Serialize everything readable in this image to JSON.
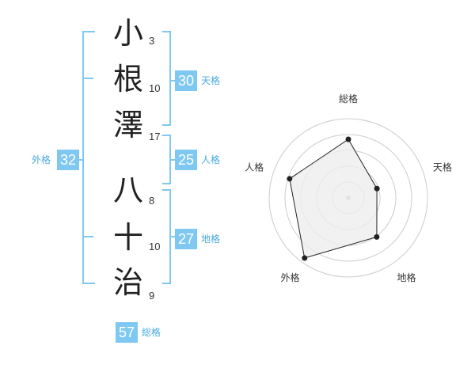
{
  "name": {
    "chars": [
      {
        "char": "小",
        "strokes": "3"
      },
      {
        "char": "根",
        "strokes": "10"
      },
      {
        "char": "澤",
        "strokes": "17"
      },
      {
        "char": "八",
        "strokes": "8"
      },
      {
        "char": "十",
        "strokes": "10"
      },
      {
        "char": "治",
        "strokes": "9"
      }
    ]
  },
  "scores": {
    "tenkaku": {
      "value": "30",
      "label": "天格"
    },
    "jinkaku": {
      "value": "25",
      "label": "人格"
    },
    "chikaku": {
      "value": "27",
      "label": "地格"
    },
    "gaikaku": {
      "value": "32",
      "label": "外格"
    },
    "soukaku": {
      "value": "57",
      "label": "総格"
    }
  },
  "radar": {
    "axes": [
      "総格",
      "天格",
      "地格",
      "外格",
      "人格"
    ],
    "levels": [
      0.74,
      0.38,
      0.61,
      0.94,
      0.78
    ],
    "colors": {
      "fill": "#eeeeee",
      "line": "#222222",
      "grid": "#cccccc",
      "center": "#bbbbbb"
    }
  },
  "colors": {
    "accent": "#7fc8f2",
    "bracket": "#7fc8f2"
  }
}
